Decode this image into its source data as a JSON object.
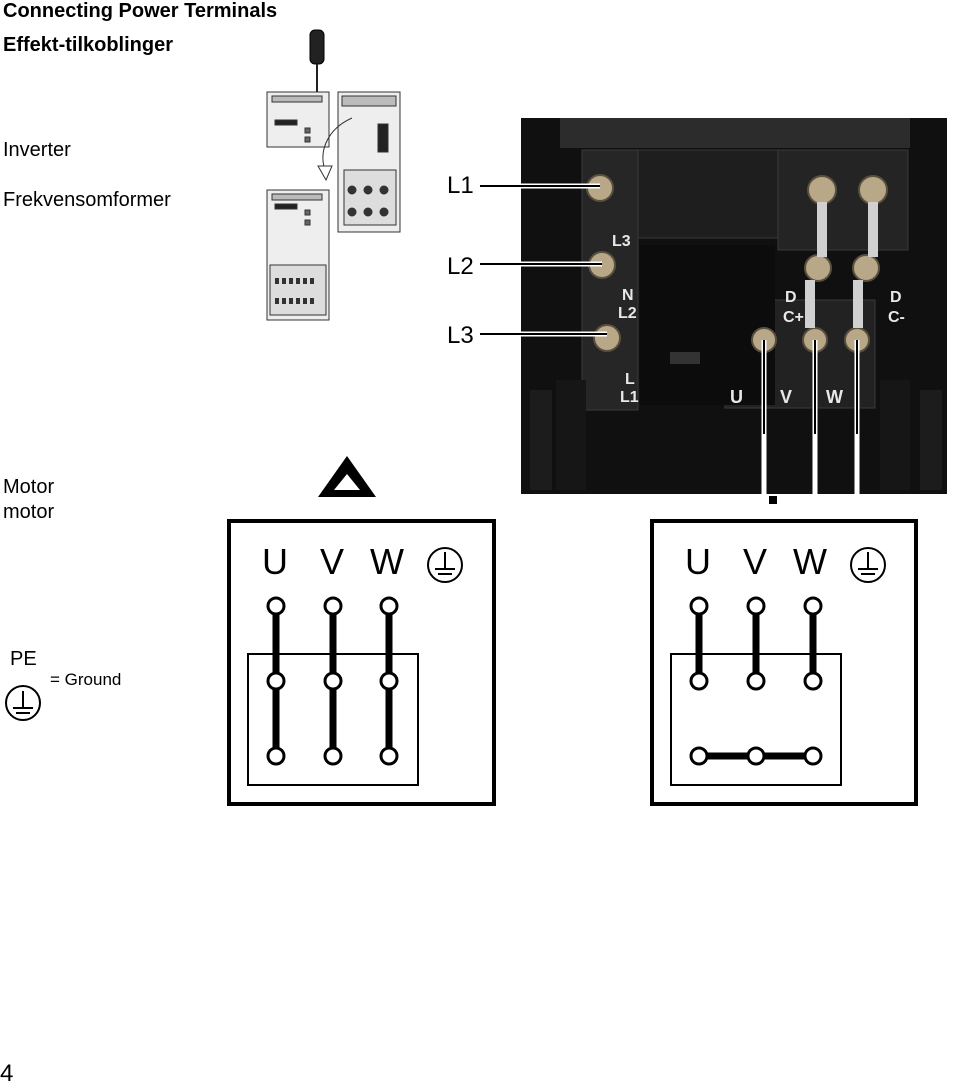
{
  "header": {
    "title_en": "Connecting Power Terminals",
    "title_no": "Effekt-tilkoblinger"
  },
  "inverter": {
    "label_en": "Inverter",
    "label_no": "Frekvensomformer"
  },
  "photo": {
    "line_labels": [
      "L1",
      "L2",
      "L3"
    ],
    "printed_labels": {
      "l3": "L3",
      "n": "N",
      "l2": "L2",
      "l": "L",
      "l1": "L1",
      "dc_plus_d": "D",
      "dc_plus_c": "C+",
      "dc_minus_d": "D",
      "dc_minus_c": "C-",
      "u": "U",
      "v": "V",
      "w": "W"
    },
    "output_labels": [
      "U",
      "V",
      "W"
    ]
  },
  "motor": {
    "label_en": "Motor",
    "label_no": "motor"
  },
  "pe": {
    "label": "PE",
    "ground_text": "= Ground"
  },
  "delta_box": {
    "terminals": [
      "U",
      "V",
      "W"
    ]
  },
  "star_box": {
    "terminals": [
      "U",
      "V",
      "W"
    ]
  },
  "footer": {
    "page_number": "4"
  }
}
